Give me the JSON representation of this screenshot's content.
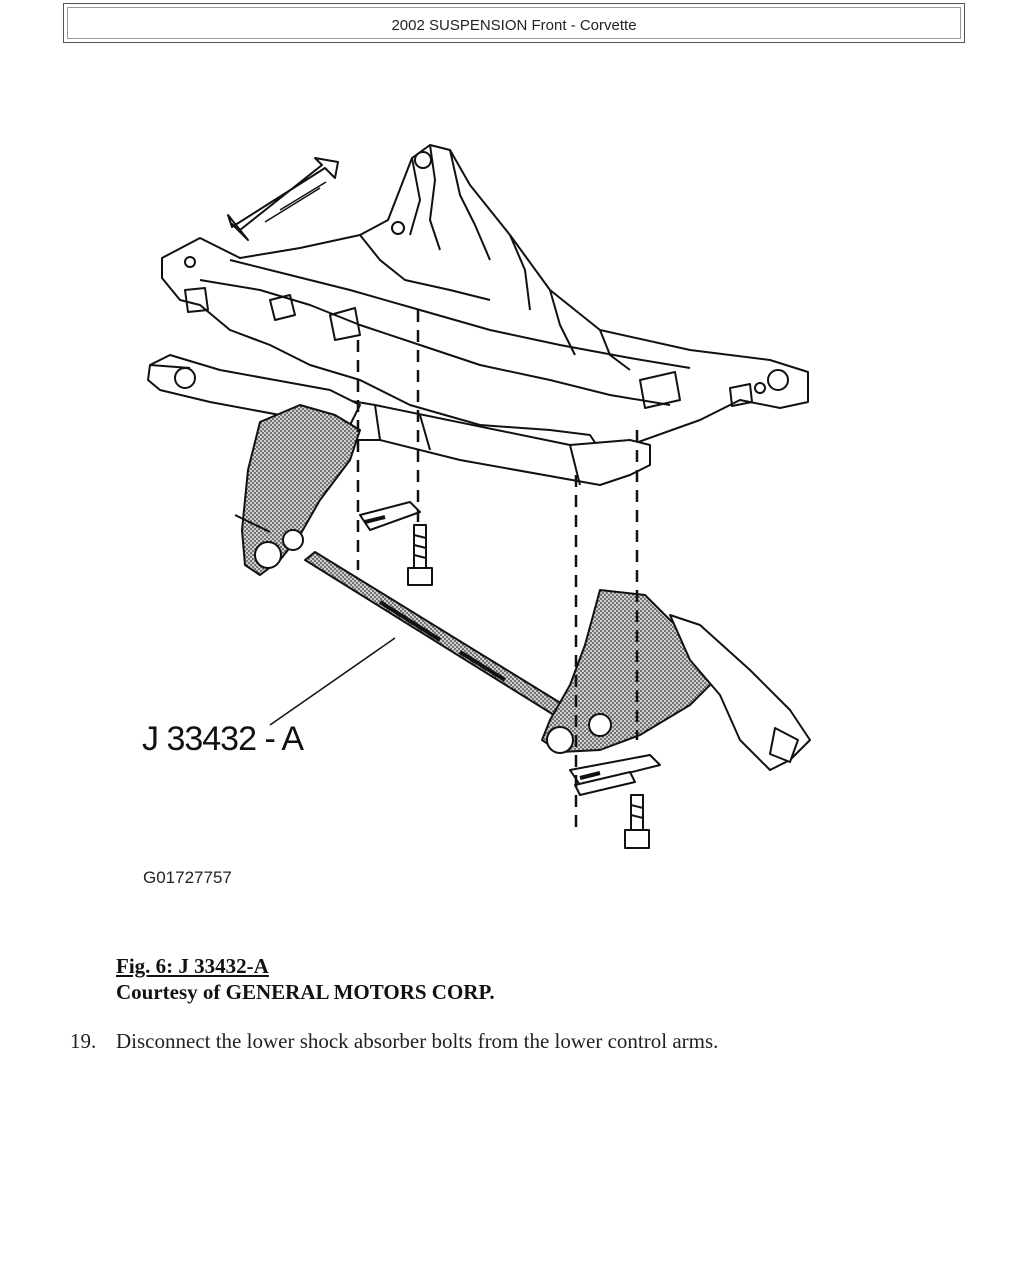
{
  "header": {
    "title": "2002 SUSPENSION Front - Corvette"
  },
  "figure": {
    "callout": "J 33432 - A",
    "image_id": "G01727757"
  },
  "caption": {
    "title": "Fig. 6: J 33432-A",
    "credit": "Courtesy of GENERAL MOTORS CORP."
  },
  "steps": [
    {
      "number": "19.",
      "text": "Disconnect the lower shock absorber bolts from the lower control arms."
    }
  ]
}
